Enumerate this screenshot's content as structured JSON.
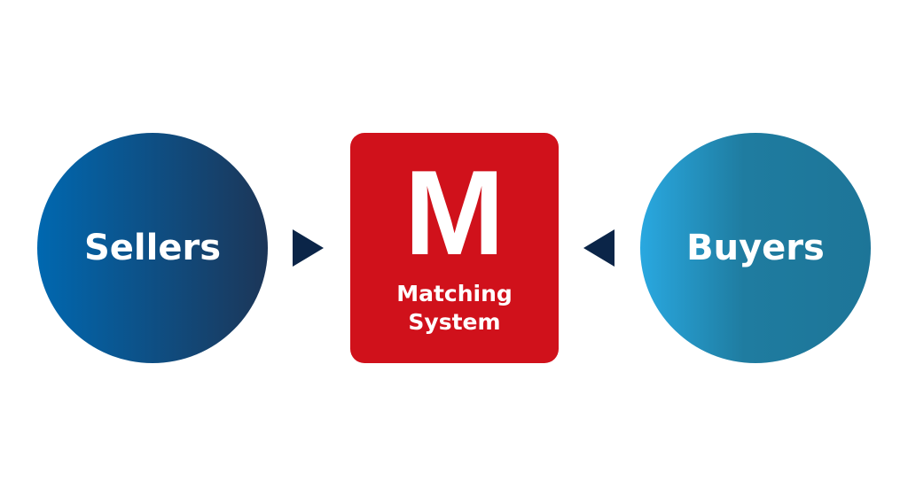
{
  "left_node": {
    "label": "Sellers",
    "color_start": "#0068b0",
    "color_end": "#1c3658"
  },
  "center_node": {
    "logo_letter": "M",
    "line1": "Matching",
    "line2": "System",
    "color": "#d0111b"
  },
  "right_node": {
    "label": "Buyers",
    "color_start": "#29a8e0",
    "color_end": "#1d7598"
  },
  "arrow_color": "#0b2548"
}
